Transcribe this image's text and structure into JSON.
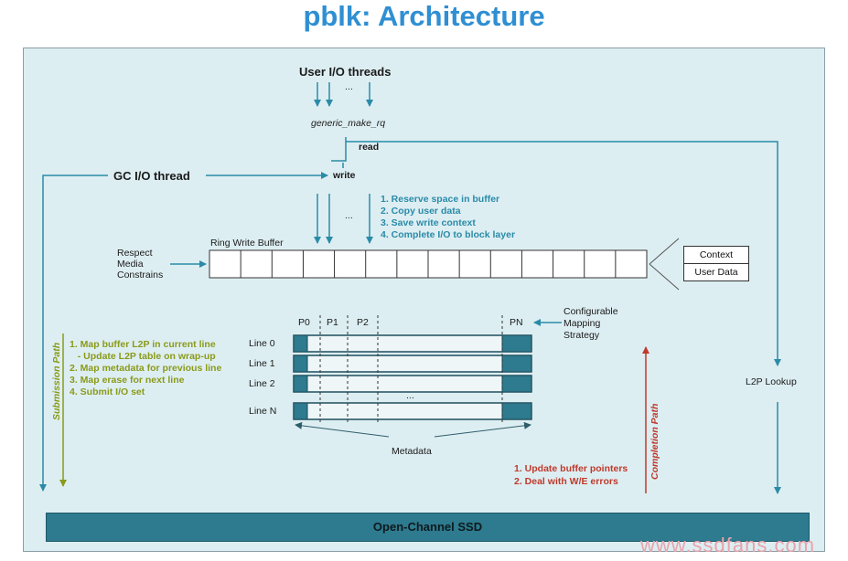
{
  "title": "pblk: Architecture",
  "user_io_threads": "User I/O threads",
  "ellipsis": "...",
  "generic_make_rq": "generic_make_rq",
  "read": "read",
  "gc_io_thread": "GC I/O thread",
  "write": "write",
  "write_steps": [
    "1. Reserve space in buffer",
    "2. Copy user data",
    "3. Save write context",
    "4. Complete I/O to block layer"
  ],
  "ring_write_buffer": "Ring Write Buffer",
  "respect_media": [
    "Respect",
    "Media",
    "Constrains"
  ],
  "entry_context": "Context",
  "entry_user_data": "User Data",
  "columns": [
    "P0",
    "P1",
    "P2",
    "PN"
  ],
  "lines": [
    "Line 0",
    "Line 1",
    "Line 2",
    "Line N"
  ],
  "configurable": [
    "Configurable",
    "Mapping",
    "Strategy"
  ],
  "submission_path": "Submission Path",
  "submission_steps": [
    "1. Map buffer L2P in current line",
    "   - Update L2P table on wrap-up",
    "2. Map metadata for previous line",
    "3. Map erase for next line",
    "4. Submit I/O set"
  ],
  "metadata": "Metadata",
  "l2p_lookup": "L2P Lookup",
  "completion_path": "Completion Path",
  "completion_steps": [
    "1. Update buffer pointers",
    "2. Deal with W/E errors"
  ],
  "ssd": "Open-Channel SSD",
  "watermark": "www.ssdfans.com",
  "colors": {
    "title": "#2f8fd2",
    "panel": "#ddeef2",
    "teal": "#2e7a8e",
    "arrow": "#2a8ba8",
    "olive": "#8a9a1a",
    "red": "#c0392b"
  }
}
